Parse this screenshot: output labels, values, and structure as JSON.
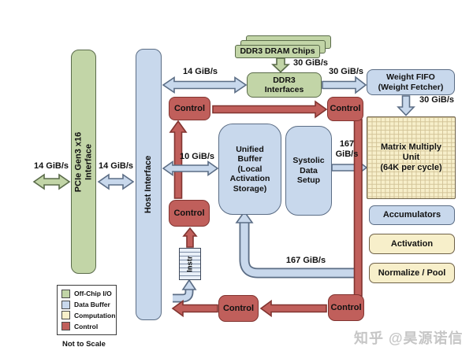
{
  "nodes": {
    "pcie": "PCIe Gen3 x16\nInterface",
    "host_interface": "Host Interface",
    "ddr3_dram_chips": "DDR3 DRAM Chips",
    "ddr3_interfaces": "DDR3\nInterfaces",
    "weight_fifo": "Weight FIFO\n(Weight Fetcher)",
    "control": "Control",
    "unified_buffer": "Unified\nBuffer\n(Local\nActivation\nStorage)",
    "systolic_data_setup": "Systolic\nData\nSetup",
    "matrix_multiply_unit": "Matrix Multiply\nUnit\n(64K per cycle)",
    "accumulators": "Accumulators",
    "activation": "Activation",
    "normalize_pool": "Normalize / Pool",
    "instr": "Instr"
  },
  "bandwidth_labels": {
    "pcie_external": "14 GiB/s",
    "pcie_host": "14 GiB/s",
    "host_ddr3": "14 GiB/s",
    "dram_to_interfaces": "30 GiB/s",
    "interfaces_to_fifo": "30 GiB/s",
    "fifo_to_mmu": "30 GiB/s",
    "host_to_ub": "10 GiB/s",
    "setup_to_mmu": "167\nGiB/s",
    "return_to_ub": "167 GiB/s"
  },
  "legend": {
    "items": [
      {
        "label": "Off-Chip I/O",
        "color": "#c2d5a7"
      },
      {
        "label": "Data Buffer",
        "color": "#c8d8ec"
      },
      {
        "label": "Computation",
        "color": "#f7efca"
      },
      {
        "label": "Control",
        "color": "#c05f5b"
      }
    ],
    "note": "Not to Scale"
  },
  "watermark": "知乎 @昊源诺信",
  "colors": {
    "off_chip_io_fill": "#c2d5a7",
    "off_chip_io_border": "#5a6b4a",
    "data_buffer_fill": "#c8d8ec",
    "data_buffer_border": "#5b6d85",
    "computation_fill": "#f7efca",
    "computation_border": "#6e6148",
    "control_fill": "#c05f5b",
    "control_border": "#813430"
  }
}
